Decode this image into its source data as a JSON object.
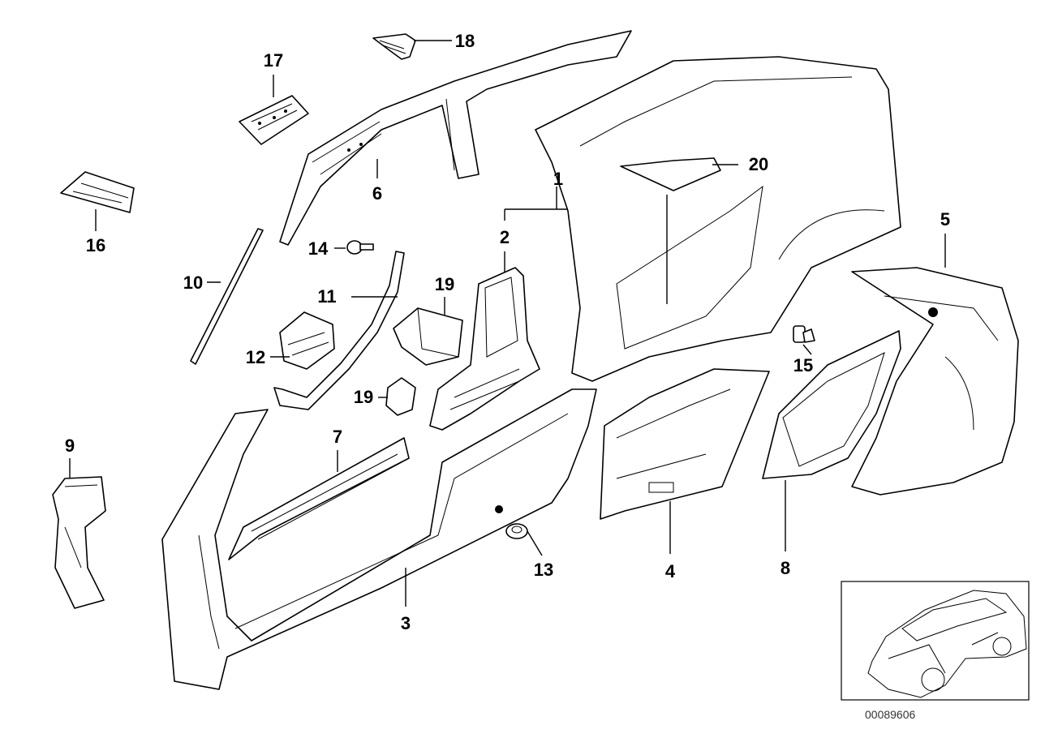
{
  "diagram": {
    "callouts": [
      {
        "id": "1",
        "label": "1"
      },
      {
        "id": "2",
        "label": "2"
      },
      {
        "id": "3",
        "label": "3"
      },
      {
        "id": "4",
        "label": "4"
      },
      {
        "id": "5",
        "label": "5"
      },
      {
        "id": "6",
        "label": "6"
      },
      {
        "id": "7",
        "label": "7"
      },
      {
        "id": "8",
        "label": "8"
      },
      {
        "id": "9",
        "label": "9"
      },
      {
        "id": "10",
        "label": "10"
      },
      {
        "id": "11",
        "label": "11"
      },
      {
        "id": "12",
        "label": "12"
      },
      {
        "id": "13",
        "label": "13"
      },
      {
        "id": "14",
        "label": "14"
      },
      {
        "id": "15",
        "label": "15"
      },
      {
        "id": "16",
        "label": "16"
      },
      {
        "id": "17",
        "label": "17"
      },
      {
        "id": "18",
        "label": "18"
      },
      {
        "id": "19a",
        "label": "19"
      },
      {
        "id": "19b",
        "label": "19"
      },
      {
        "id": "20",
        "label": "20"
      }
    ],
    "document_number": "00089606"
  }
}
